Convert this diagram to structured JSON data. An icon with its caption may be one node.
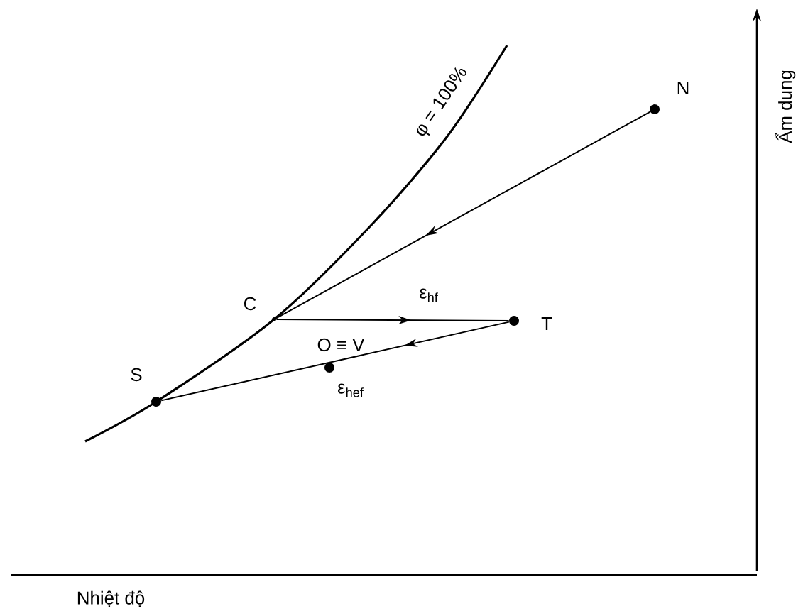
{
  "diagram": {
    "nodes": [
      {
        "text": [],
        "shape": "circle",
        "beside": [
          "N"
        ]
      },
      {
        "text": [],
        "shape": "point",
        "beside": [
          "C"
        ]
      },
      {
        "text": [],
        "shape": "circle",
        "beside": [
          "T"
        ]
      },
      {
        "text": [],
        "shape": "circle",
        "beside": [
          "S"
        ]
      },
      {
        "text": [],
        "shape": "circle",
        "beside": [
          "ε$_{hef}$"
        ]
      }
    ],
    "edges": [
      {
        "from": 0,
        "to": 1,
        "arrow": "to"
      },
      {
        "from": 1,
        "to": 2,
        "arrow": "to",
        "label": "ε$_{hf}$"
      },
      {
        "from": 2,
        "to": 3,
        "arrow": "to"
      }
    ],
    "labels": [
      "φ = 100%",
      "O ≡ V",
      "Ẩm dung",
      "Nhiệt độ"
    ]
  }
}
